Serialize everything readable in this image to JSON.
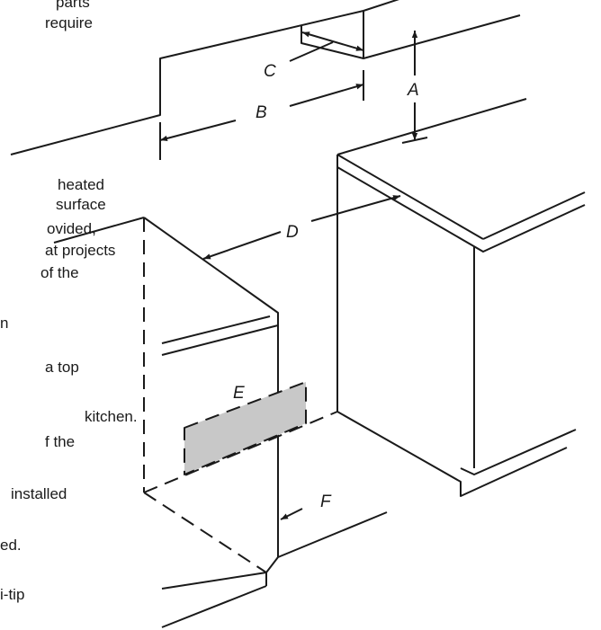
{
  "side_text": [
    "parts",
    "require",
    "heated",
    "surface",
    "ovided,",
    "at projects",
    "of the",
    "n",
    "a top",
    "kitchen.",
    "f the",
    "installed",
    "ed.",
    "i-tip"
  ],
  "labels": {
    "a": "A",
    "b": "B",
    "c": "C",
    "d": "D",
    "e": "E",
    "f": "F"
  }
}
